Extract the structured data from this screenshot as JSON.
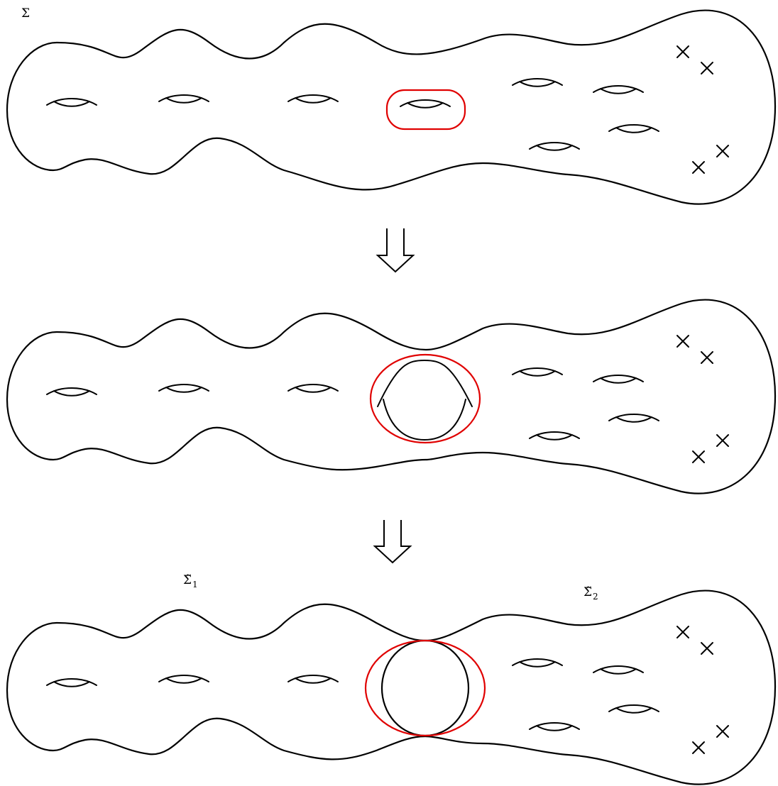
{
  "labels": {
    "sigma": "Σ",
    "sigma_tilde_1_main": "Σ̃",
    "sigma_tilde_1_sub": "1",
    "sigma_tilde_2_main": "Σ̃",
    "sigma_tilde_2_sub": "2"
  },
  "panels": [
    {
      "name": "original-surface",
      "handles": 8,
      "punctures": 4,
      "curve": "red-circle-around-handle"
    },
    {
      "name": "pinching-surface",
      "handles": 8,
      "punctures": 4,
      "curve": "red-circle-around-stretched-handle"
    },
    {
      "name": "degenerated-surface",
      "handles": 7,
      "punctures": 4,
      "curve": "red-circle-around-node"
    }
  ],
  "colors": {
    "outline": "#000000",
    "curve": "#e00000"
  }
}
